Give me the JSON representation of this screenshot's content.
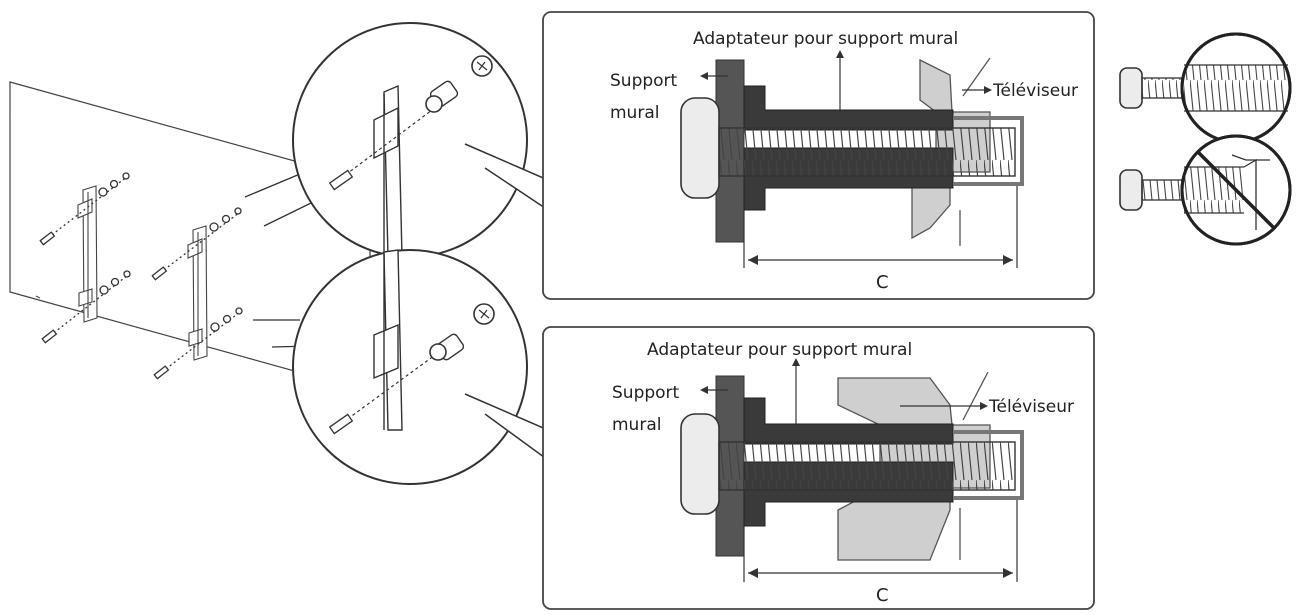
{
  "panels": [
    {
      "adapter_label": "Adaptateur pour support mural",
      "bracket_label_line1": "Support",
      "bracket_label_line2": "mural",
      "tv_label": "Téléviseur",
      "dimension_label": "C"
    },
    {
      "adapter_label": "Adaptateur pour support mural",
      "bracket_label_line1": "Support",
      "bracket_label_line2": "mural",
      "tv_label": "Téléviseur",
      "dimension_label": "C"
    }
  ],
  "colors": {
    "line": "#333333",
    "dark_fill": "#555555",
    "light_fill": "#cfcfcf",
    "bolt_fill": "#e9e9e9",
    "prohibit": "#222222"
  },
  "icons": [
    "correct-screw-icon",
    "incorrect-screw-icon",
    "prohibited-icon"
  ]
}
